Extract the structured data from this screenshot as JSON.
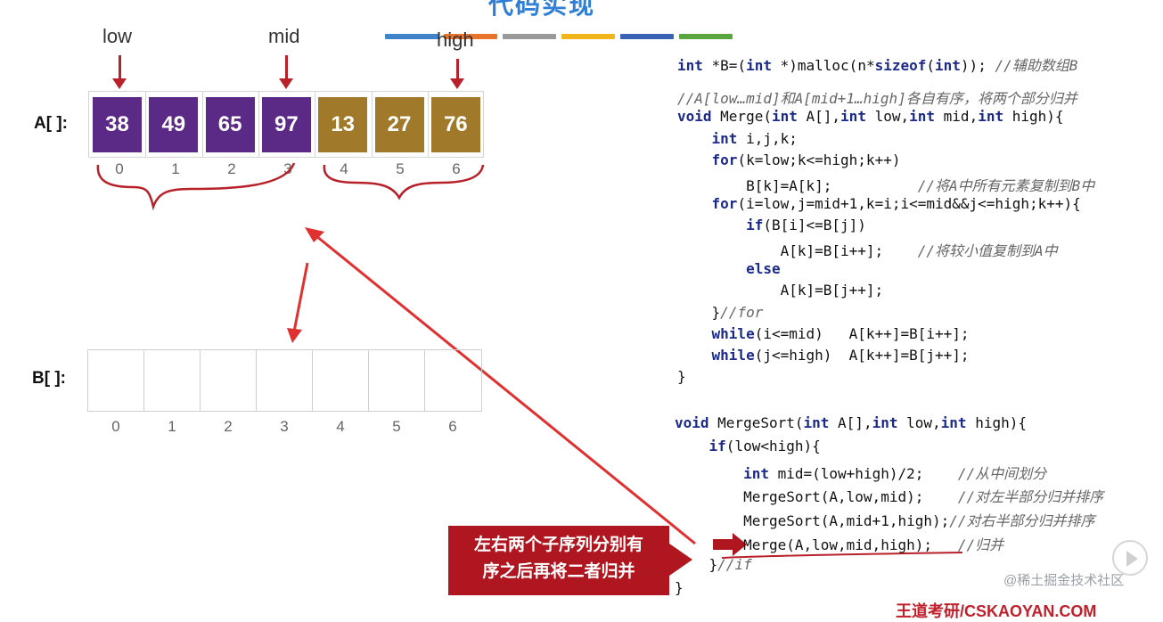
{
  "title": "代码实现",
  "stripe_colors": [
    "#3f84c8",
    "#e8742c",
    "#9a9a9a",
    "#f2b41b",
    "#3a62b4",
    "#5aa63e"
  ],
  "pointers": {
    "low": "low",
    "mid": "mid",
    "high": "high"
  },
  "labels": {
    "a": "A[ ]:",
    "b": "B[ ]:"
  },
  "array_a": [
    {
      "value": "38",
      "color": "#5b2a86"
    },
    {
      "value": "49",
      "color": "#5b2a86"
    },
    {
      "value": "65",
      "color": "#5b2a86"
    },
    {
      "value": "97",
      "color": "#5b2a86"
    },
    {
      "value": "13",
      "color": "#a07a2a"
    },
    {
      "value": "27",
      "color": "#a07a2a"
    },
    {
      "value": "76",
      "color": "#a07a2a"
    }
  ],
  "indices": [
    "0",
    "1",
    "2",
    "3",
    "4",
    "5",
    "6"
  ],
  "code": [
    {
      "text": "int *B=(int *)malloc(n*sizeof(int)); //辅助数组B"
    },
    {
      "text": "//A[low…mid]和A[mid+1…high]各自有序，将两个部分归并"
    },
    {
      "text": "void Merge(int A[],int low,int mid,int high){"
    },
    {
      "text": "    int i,j,k;"
    },
    {
      "text": "    for(k=low;k<=high;k++)"
    },
    {
      "text": "        B[k]=A[k];          //将A中所有元素复制到B中"
    },
    {
      "text": "    for(i=low,j=mid+1,k=i;i<=mid&&j<=high;k++){"
    },
    {
      "text": "        if(B[i]<=B[j])"
    },
    {
      "text": "            A[k]=B[i++];    //将较小值复制到A中"
    },
    {
      "text": "        else"
    },
    {
      "text": "            A[k]=B[j++];"
    },
    {
      "text": "    }//for"
    },
    {
      "text": "    while(i<=mid)   A[k++]=B[i++];"
    },
    {
      "text": "    while(j<=high)  A[k++]=B[j++];"
    },
    {
      "text": "}"
    },
    {
      "text": ""
    },
    {
      "text": "void MergeSort(int A[],int low,int high){"
    },
    {
      "text": "    if(low<high){"
    },
    {
      "text": "        int mid=(low+high)/2;    //从中间划分"
    },
    {
      "text": "        MergeSort(A,low,mid);    //对左半部分归并排序"
    },
    {
      "text": "        MergeSort(A,mid+1,high);//对右半部分归并排序"
    },
    {
      "text": "        Merge(A,low,mid,high);   //归并"
    },
    {
      "text": "    }//if"
    },
    {
      "text": "}"
    }
  ],
  "callout": {
    "line1": "左右两个子序列分别有",
    "line2": "序之后再将二者归并"
  },
  "watermark": "@稀土掘金技术社区",
  "bottom_text": "王道考研/CSKAOYAN.COM",
  "accent_color": "#b0161f"
}
